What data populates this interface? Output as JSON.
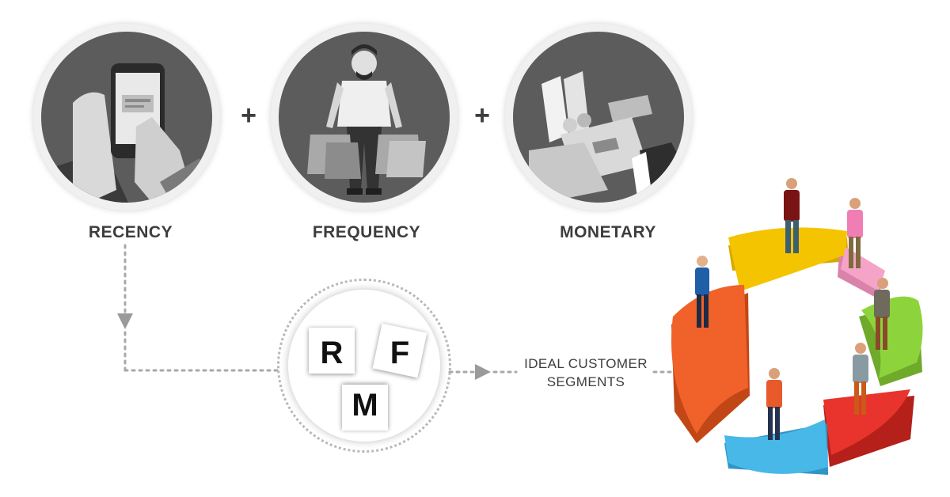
{
  "metrics": [
    {
      "label": "RECENCY"
    },
    {
      "label": "FREQUENCY"
    },
    {
      "label": "MONETARY"
    }
  ],
  "operators": [
    "+",
    "+"
  ],
  "rfm_letters": [
    "R",
    "F",
    "M"
  ],
  "segments_label": [
    "IDEAL CUSTOMER",
    "SEGMENTS"
  ],
  "icons": [
    "phone-tap-icon",
    "shopper-with-bags-icon",
    "payment-hand-icon"
  ],
  "ring_colors": [
    "#f4c400",
    "#f5a3c7",
    "#8dd43c",
    "#e8342c",
    "#47b8e8",
    "#f0622a"
  ]
}
